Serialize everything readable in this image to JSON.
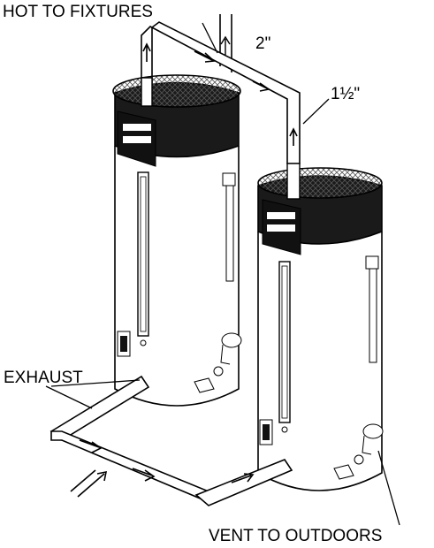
{
  "labels": {
    "hot_to_fixtures": "HOT TO FIXTURES",
    "pipe_2in": "2\"",
    "pipe_1_5in": "1½\"",
    "exhaust": "EXHAUST",
    "vent_to_outdoors": "VENT TO OUTDOORS"
  },
  "colors": {
    "line": "#000000",
    "fill": "#ffffff",
    "collar": "#1a1a1a",
    "mesh": "#555555"
  }
}
